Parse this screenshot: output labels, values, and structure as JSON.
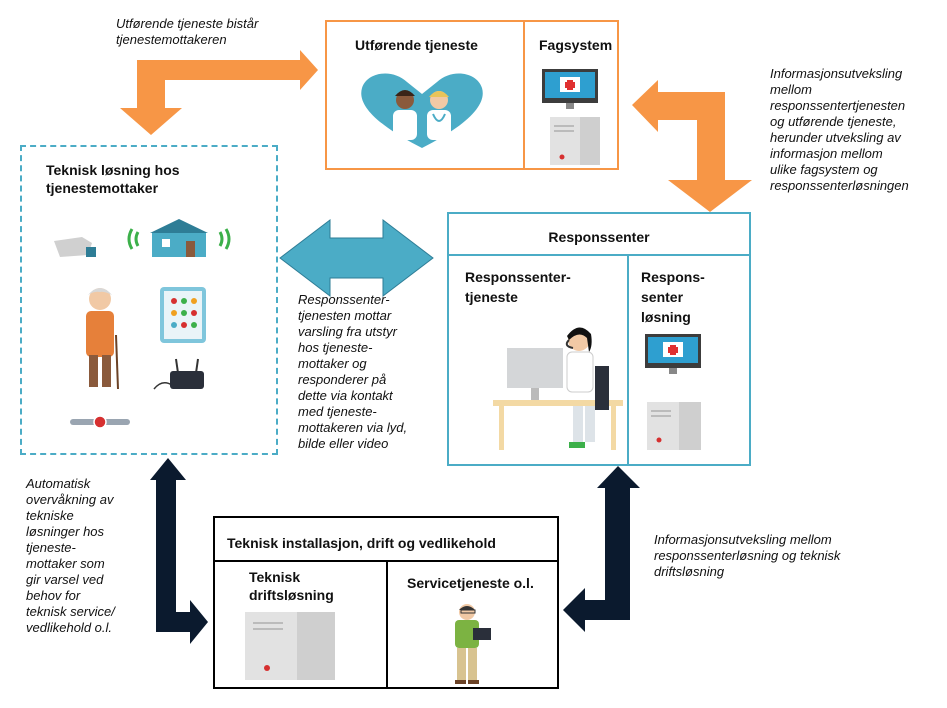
{
  "utforende": {
    "title": "Utførende tjeneste",
    "fagsystem_title": "Fagsystem"
  },
  "teknisk_mottaker": {
    "title_line1": "Teknisk løsning hos",
    "title_line2": "tjenestemottaker"
  },
  "responssenter": {
    "title": "Responssenter",
    "tjeneste_line1": "Responssenter-",
    "tjeneste_line2": "tjeneste",
    "losning_line1": "Respons-",
    "losning_line2": "senter",
    "losning_line3": "løsning"
  },
  "installasjon": {
    "title": "Teknisk installasjon, drift og vedlikehold",
    "drift_line1": "Teknisk",
    "drift_line2": "driftsløsning",
    "service": "Servicetjeneste o.l."
  },
  "notes": {
    "top_left": [
      "Utførende tjeneste bistår",
      "tjenestemottakeren"
    ],
    "top_right": [
      "Informasjonsutveksling",
      "mellom",
      "responssentertjenesten",
      "og utførende tjeneste,",
      "herunder utveksling av",
      "informasjon mellom",
      "ulike fagsystem og",
      "responssenterløsningen"
    ],
    "middle": [
      "Responssenter-",
      "tjenesten mottar",
      "varsling fra utstyr",
      "hos tjeneste-",
      "mottaker og",
      "responderer på",
      "dette via kontakt",
      "med tjeneste-",
      "mottakeren via lyd,",
      "bilde eller video"
    ],
    "bottom_left": [
      "Automatisk",
      "overvåkning av",
      "tekniske",
      "løsninger hos",
      "tjeneste-",
      "mottaker som",
      "gir varsel ved",
      "behov for",
      "teknisk service/",
      "vedlikehold o.l."
    ],
    "bottom_right": [
      "Informasjonsutveksling mellom",
      "responssenterløsning og teknisk",
      "driftsløsning"
    ]
  },
  "colors": {
    "orange": "#f79646",
    "teal": "#4bacc6",
    "light_blue_arrow": "#4bacc6",
    "black_arrow": "#0b1a2e"
  },
  "icons": [
    "hand-sensor-icon",
    "house-icon",
    "elderly-person-icon",
    "tablet-icon",
    "router-icon",
    "alarm-button-icon",
    "caregivers-heart-icon",
    "computer-icon",
    "operator-headset-icon",
    "technician-icon"
  ]
}
